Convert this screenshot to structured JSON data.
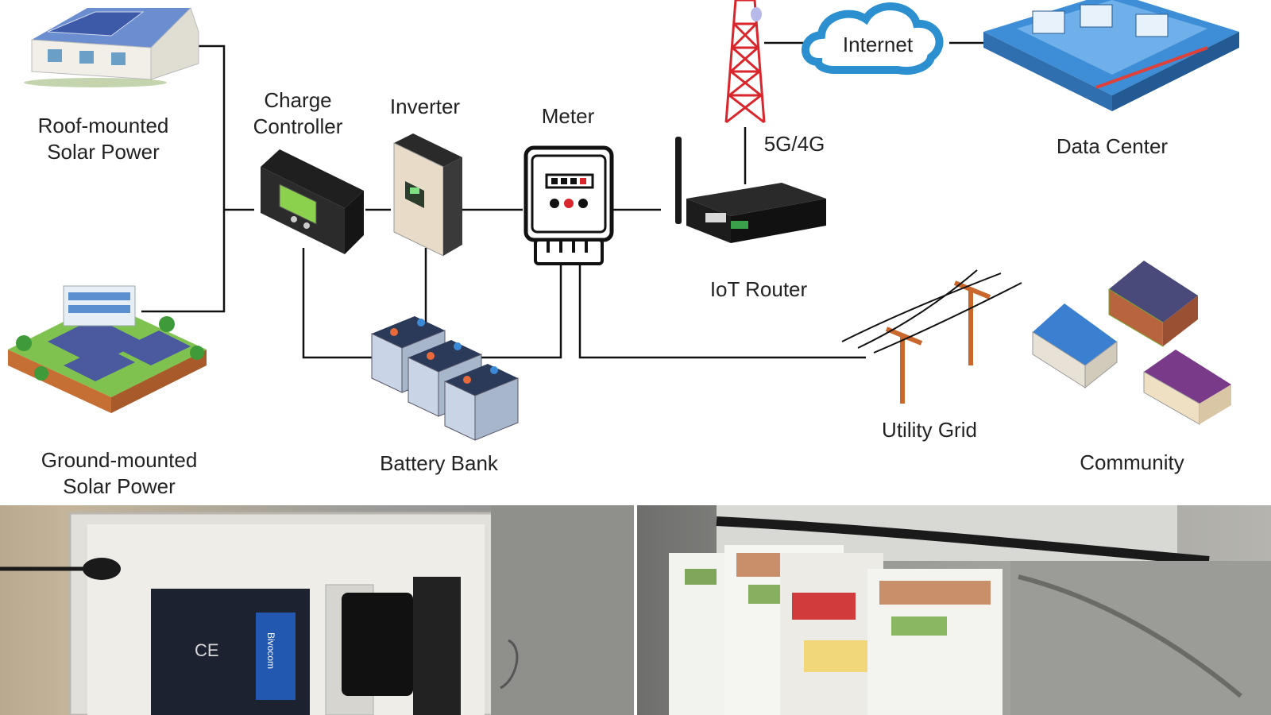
{
  "diagram": {
    "nodes": {
      "roof_solar": "Roof-mounted\nSolar Power",
      "ground_solar": "Ground-mounted\nSolar Power",
      "charge_controller": "Charge\nController",
      "inverter": "Inverter",
      "meter": "Meter",
      "iot_router": "IoT Router",
      "tower": "5G/4G",
      "internet": "Internet",
      "data_center": "Data Center",
      "battery_bank": "Battery Bank",
      "utility_grid": "Utility Grid",
      "community": "Community"
    },
    "edges": [
      {
        "from": "roof_solar",
        "to": "charge_controller"
      },
      {
        "from": "ground_solar",
        "to": "charge_controller"
      },
      {
        "from": "charge_controller",
        "to": "inverter"
      },
      {
        "from": "inverter",
        "to": "meter"
      },
      {
        "from": "meter",
        "to": "iot_router"
      },
      {
        "from": "iot_router",
        "to": "tower"
      },
      {
        "from": "tower",
        "to": "internet"
      },
      {
        "from": "internet",
        "to": "data_center"
      },
      {
        "from": "charge_controller",
        "to": "battery_bank"
      },
      {
        "from": "inverter",
        "to": "battery_bank"
      },
      {
        "from": "meter",
        "to": "battery_bank"
      },
      {
        "from": "meter",
        "to": "utility_grid"
      }
    ]
  },
  "photos": {
    "left": {
      "device_brand": "Bivocom"
    }
  },
  "colors": {
    "line": "#111111",
    "tower": "#d8262c",
    "cloud": "#2b8fd0",
    "datacenter": "#3d8ed6",
    "pole": "#c9672c"
  }
}
